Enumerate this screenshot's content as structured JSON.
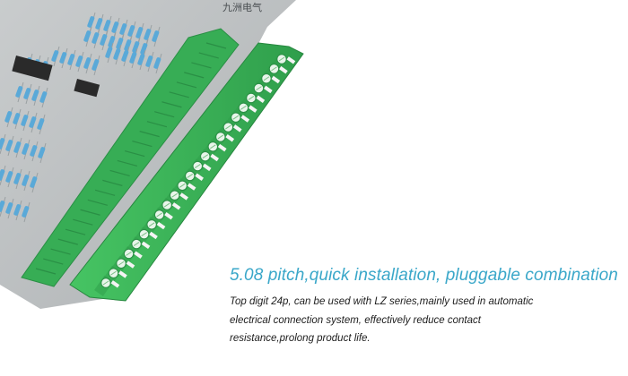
{
  "photo": {
    "board_marking": "九洲电气",
    "colors": {
      "pcb": "#bfc3c5",
      "terminal_green": "#3dbb5a",
      "terminal_dark": "#2a8f45",
      "resistor_blue": "#5aa9d8",
      "ic_black": "#2a2a2a"
    }
  },
  "caption": {
    "headline": "5.08 pitch,quick installation, pluggable combination",
    "description_lines": [
      "Top digit 24p, can be used with LZ series,mainly used in automatic",
      "electrical connection system, effectively reduce contact",
      "resistance,prolong product life."
    ],
    "headline_color": "#3aa7c9",
    "text_color": "#1d1d1d"
  }
}
